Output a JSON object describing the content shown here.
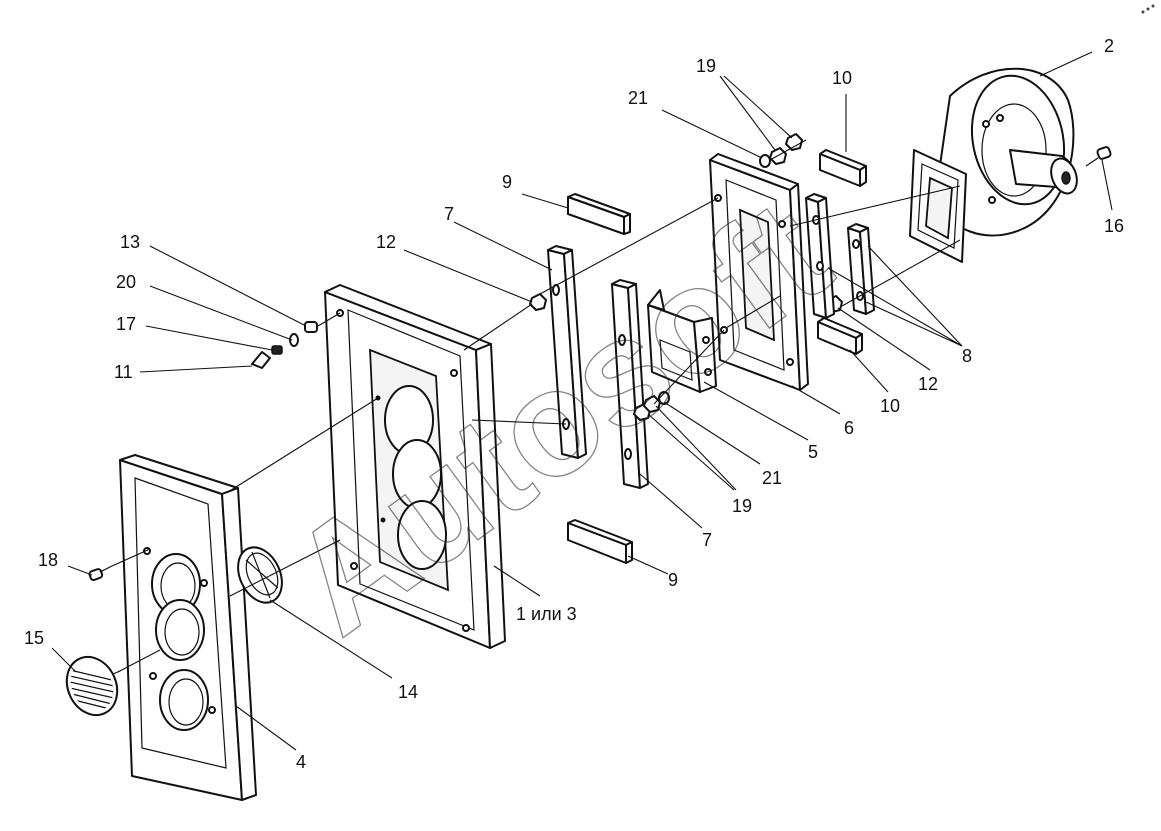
{
  "callouts": {
    "c1or3": "1 или 3",
    "c2": "2",
    "c4": "4",
    "c5": "5",
    "c6": "6",
    "c7a": "7",
    "c7b": "7",
    "c8": "8",
    "c9a": "9",
    "c9b": "9",
    "c10a": "10",
    "c10b": "10",
    "c11": "11",
    "c12a": "12",
    "c12b": "12",
    "c13": "13",
    "c14": "14",
    "c15": "15",
    "c16": "16",
    "c17": "17",
    "c18": "18",
    "c19a": "19",
    "c19b": "19",
    "c20": "20",
    "c21a": "21",
    "c21b": "21"
  },
  "watermark": {
    "text": "Autosoft"
  }
}
